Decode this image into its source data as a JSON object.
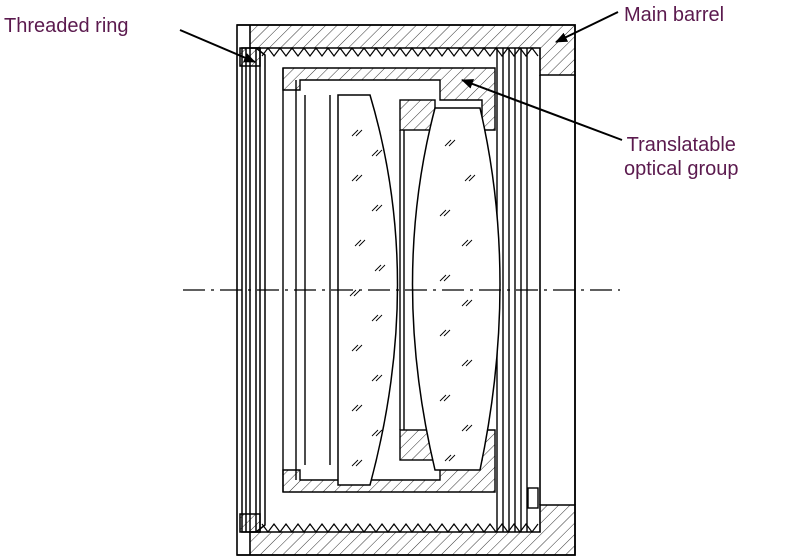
{
  "labels": {
    "threaded_ring": "Threaded ring",
    "main_barrel": "Main barrel",
    "translatable_group_line1": "Translatable",
    "translatable_group_line2": "optical group"
  },
  "colors": {
    "label_text": "#5b1a4e",
    "line": "#000000",
    "background": "#ffffff"
  }
}
